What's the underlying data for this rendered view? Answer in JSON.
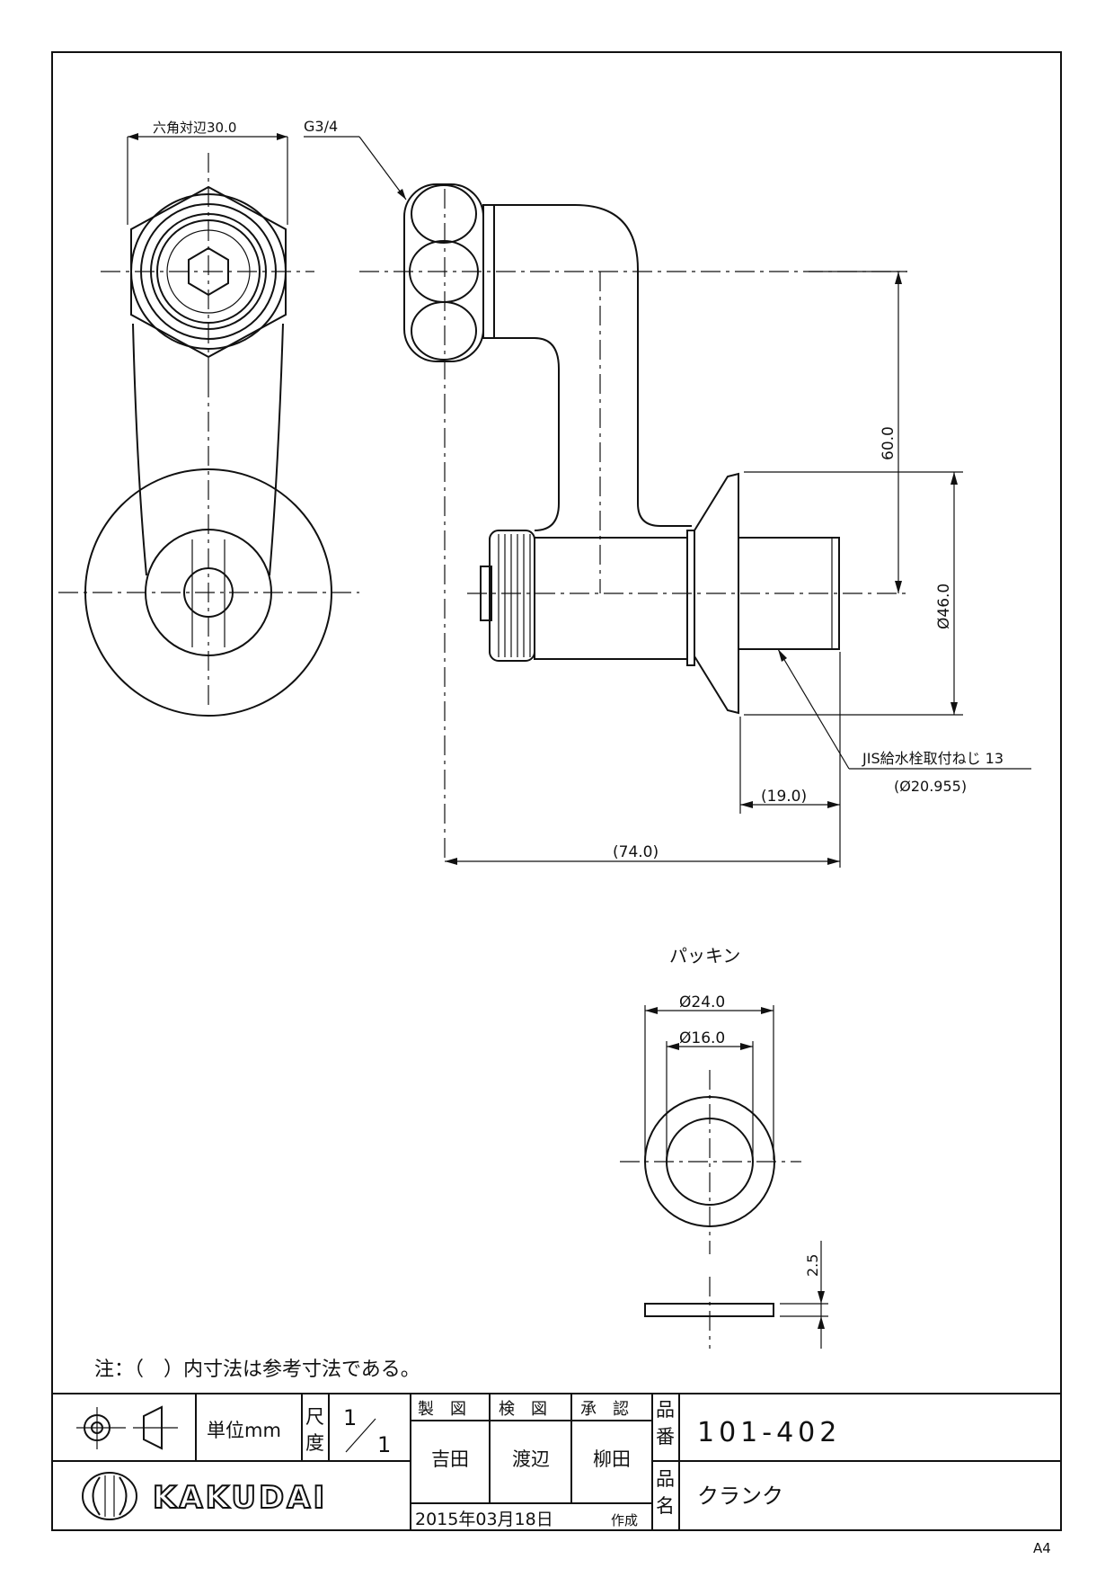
{
  "dimensions": {
    "hex_across_flats": "六角対辺30.0",
    "thread_g": "G3/4",
    "height_60": "60.0",
    "dia_46": "Ø46.0",
    "jis_thread": "JIS給水栓取付ねじ 13",
    "jis_dia": "(Ø20.955)",
    "len_19": "(19.0)",
    "len_74": "(74.0)"
  },
  "packing": {
    "title": "パッキン",
    "outer_dia": "Ø24.0",
    "inner_dia": "Ø16.0",
    "thickness": "2.5"
  },
  "note": "注：（　）内寸法は参考寸法である。",
  "title_block": {
    "unit_label": "単位mm",
    "scale_label_1": "尺",
    "scale_label_2": "度",
    "scale_num": "1",
    "scale_den": "1",
    "drawn_label": "製　図",
    "checked_label": "検　図",
    "approved_label": "承　認",
    "drawn_by": "吉田",
    "checked_by": "渡辺",
    "approved_by": "柳田",
    "part_no_label_1": "品",
    "part_no_label_2": "番",
    "part_no": "101-402",
    "name_label_1": "品",
    "name_label_2": "名",
    "part_name": "クランク",
    "date": "2015年03月18日",
    "created_label": "作成",
    "brand": "KAKUDAI"
  },
  "sheet_size": "A4"
}
